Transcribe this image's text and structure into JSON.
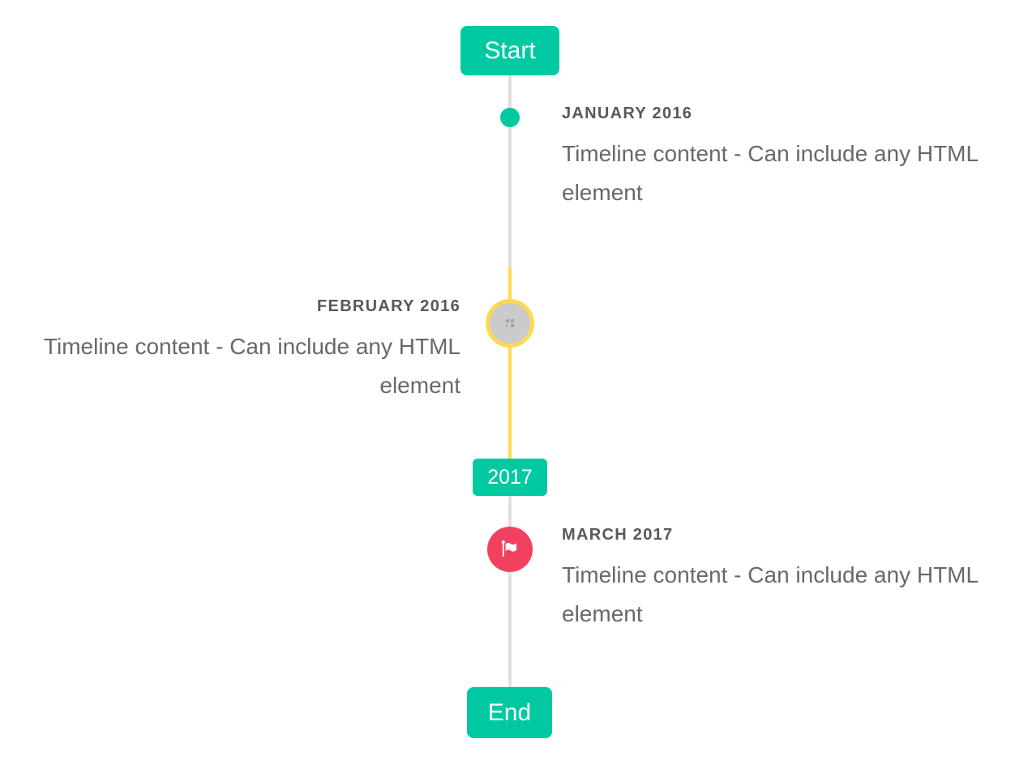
{
  "colors": {
    "teal": "#00c9a2",
    "yellow": "#ffd951",
    "red": "#f2415e",
    "line": "#e0e0e0",
    "circle-fill": "#cbcbcb",
    "title-color": "#55585c",
    "text-color": "#66696c"
  },
  "timeline": {
    "start_badge": "Start",
    "year_badge": "2017",
    "end_badge": "End",
    "entries": [
      {
        "date": "JANUARY 2016",
        "content": "Timeline content - Can include any HTML element",
        "side": "right",
        "marker": "teal-dot"
      },
      {
        "date": "FEBRUARY 2016",
        "content": "Timeline content - Can include any HTML element",
        "side": "left",
        "marker": "image-placeholder-circle-yellow-ring"
      },
      {
        "date": "MARCH 2017",
        "content": "Timeline content - Can include any HTML element",
        "side": "right",
        "marker": "red-flag-circle"
      }
    ]
  },
  "icons": {
    "flag": "flag-icon",
    "broken_image": "broken-image-icon"
  }
}
